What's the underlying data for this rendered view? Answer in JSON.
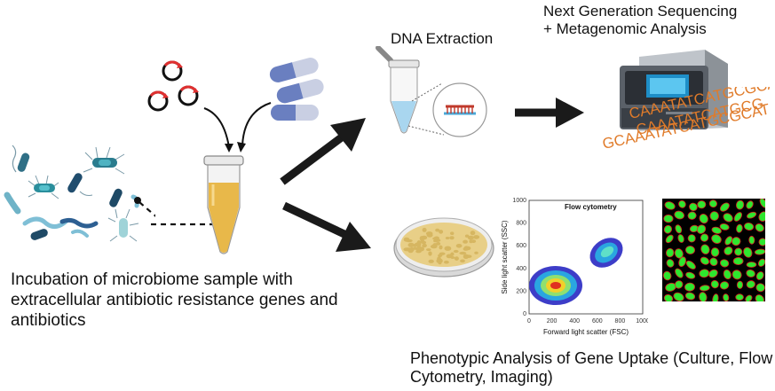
{
  "labels": {
    "incubation": "Incubation of microbiome sample with extracellular antibiotic resistance genes and antibiotics",
    "dna_extraction": "DNA Extraction",
    "ngs_line1": "Next Generation Sequencing",
    "ngs_line2": "+ Metagenomic Analysis",
    "phenotypic": "Phenotypic Analysis of Gene Uptake (Culture, Flow Cytometry, Imaging)"
  },
  "sequence_reads": [
    "CAAATATCATGCGCAT",
    "CAAATATCATGCG",
    "GCAAATATCATGCGCAT"
  ],
  "flow_plot": {
    "title": "Flow cytometry",
    "xlabel": "Forward light scatter (FSC)",
    "ylabel": "Side light scatter (SSC)",
    "x_ticks": [
      "0",
      "200",
      "400",
      "600",
      "800",
      "1000"
    ],
    "y_ticks": [
      "0",
      "200",
      "400",
      "600",
      "800",
      "1000"
    ]
  },
  "colors": {
    "arrow": "#1a1a1a",
    "culture_medium": "#e8b84a",
    "dna_strand": "#c0392b",
    "sequence_text": "#e07b2a",
    "cell_fluorescence": "#2ee62e",
    "cell_membrane": "#d62020"
  }
}
